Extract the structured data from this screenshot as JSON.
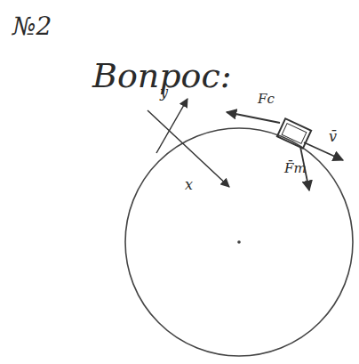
{
  "diagram": {
    "labels": [
      "№2",
      "Вопрос:",
      "y",
      "x",
      "Fc",
      "F̄т",
      "v̄"
    ]
  }
}
